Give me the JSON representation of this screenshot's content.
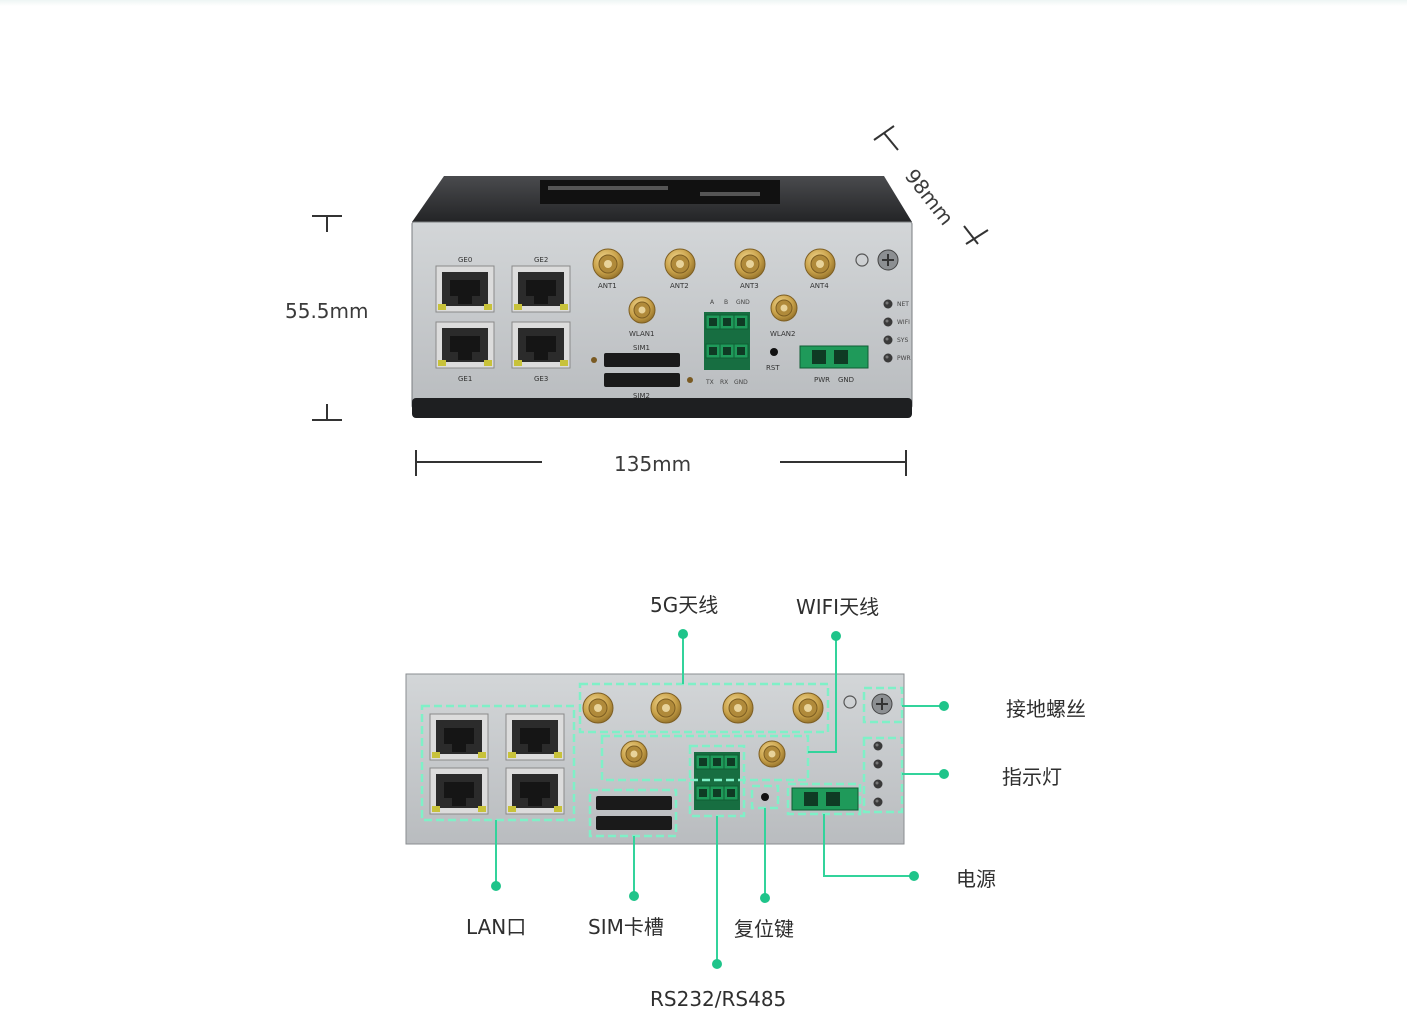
{
  "dimensions": {
    "height": "55.5mm",
    "width": "135mm",
    "depth": "98mm"
  },
  "panel_labels": {
    "ge0": "GE0",
    "ge1": "GE1",
    "ge2": "GE2",
    "ge3": "GE3",
    "ant1": "ANT1",
    "ant2": "ANT2",
    "ant3": "ANT3",
    "ant4": "ANT4",
    "wlan1": "WLAN1",
    "wlan2": "WLAN2",
    "sim1": "SIM1",
    "sim2": "SIM2",
    "a": "A",
    "b": "B",
    "gnd": "GND",
    "tx": "TX",
    "rx": "RX",
    "rst": "RST",
    "pwr": "PWR",
    "net": "NET",
    "wifi": "WIFI",
    "sys": "SYS",
    "pwr_led": "PWR"
  },
  "callouts": {
    "antenna_5g": "5G天线",
    "antenna_wifi": "WIFI天线",
    "ground_screw": "接地螺丝",
    "indicator": "指示灯",
    "power": "电源",
    "lan": "LAN口",
    "sim_slot": "SIM卡槽",
    "reset": "复位键",
    "serial": "RS232/RS485"
  },
  "colors": {
    "accent": "#32d39b",
    "panel": "#c9ccce",
    "body": "#2a2b2d",
    "antenna": "#c9a24a",
    "terminal": "#1f9a5a"
  }
}
